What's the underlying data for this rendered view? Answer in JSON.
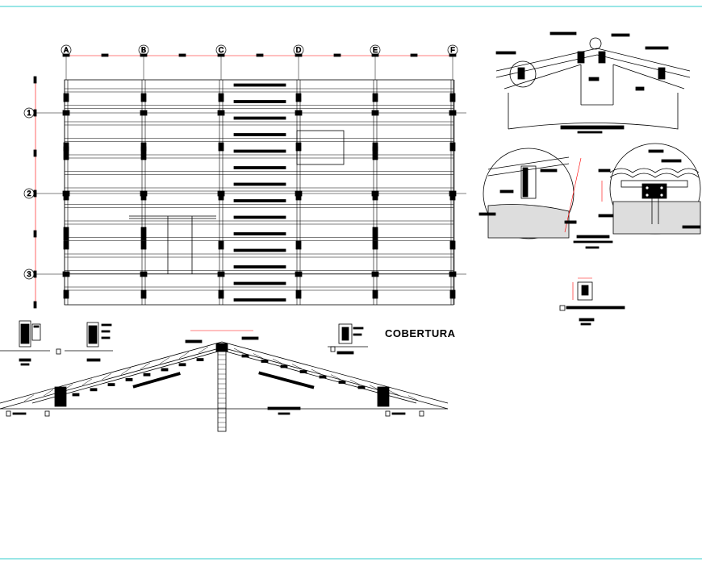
{
  "sheet": {
    "main_title": "COBERTURA",
    "grid_letters": [
      "A",
      "B",
      "C",
      "D",
      "E",
      "F"
    ],
    "grid_numbers": [
      "1",
      "2",
      "3"
    ]
  },
  "colors": {
    "frame_line": "#33cccc",
    "dimension_red": "#ff0000",
    "ink": "#000000",
    "brick_gray": "#777777"
  },
  "views": [
    "roof-framing-plan",
    "ridge-detail",
    "eave-detail-left",
    "eave-detail-right",
    "beam-section-small",
    "roof-truss-section",
    "front-elevation",
    "side-elevation",
    "title-block"
  ]
}
